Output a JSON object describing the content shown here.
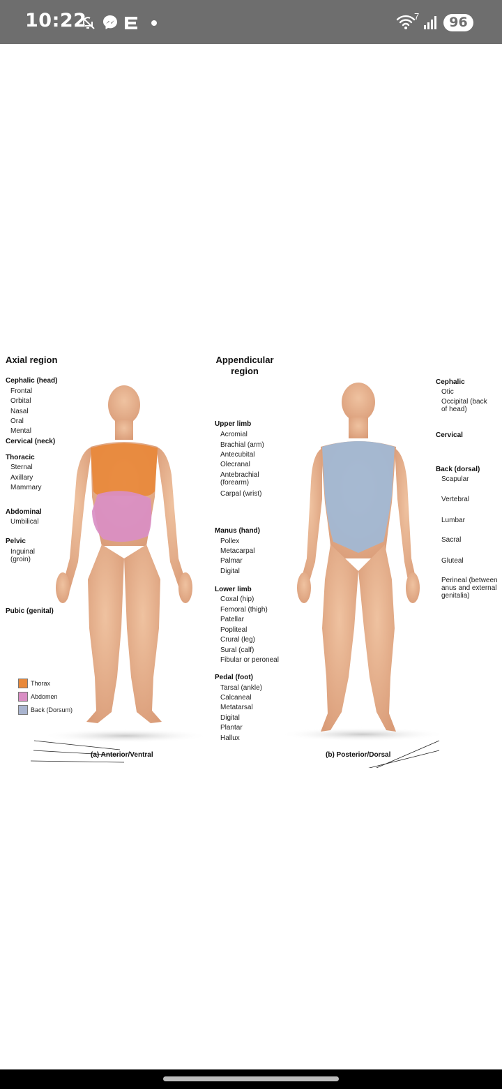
{
  "status_bar": {
    "time": "10:22",
    "wifi_badge": "7",
    "battery": "96"
  },
  "diagram": {
    "titles": {
      "axial": "Axial region",
      "appendicular": "Appendicular region"
    },
    "left_labels": {
      "cephalic": "Cephalic (head)",
      "frontal": "Frontal",
      "orbital": "Orbital",
      "nasal": "Nasal",
      "oral": "Oral",
      "mental": "Mental",
      "cervical": "Cervical (neck)",
      "thoracic": "Thoracic",
      "sternal": "Sternal",
      "axillary": "Axillary",
      "mammary": "Mammary",
      "abdominal": "Abdominal",
      "umbilical": "Umbilical",
      "pelvic": "Pelvic",
      "inguinal": "Inguinal (groin)",
      "pubic": "Pubic (genital)"
    },
    "center_labels": {
      "upper_limb": "Upper limb",
      "acromial": "Acromial",
      "brachial": "Brachial (arm)",
      "antecubital": "Antecubital",
      "olecranal": "Olecranal",
      "antebrachial": "Antebrachial (forearm)",
      "carpal": "Carpal (wrist)",
      "manus": "Manus (hand)",
      "pollex": "Pollex",
      "metacarpal": "Metacarpal",
      "palmar": "Palmar",
      "digital": "Digital",
      "lower_limb": "Lower limb",
      "coxal": "Coxal (hip)",
      "femoral": "Femoral (thigh)",
      "patellar": "Patellar",
      "popliteal": "Popliteal",
      "crural": "Crural (leg)",
      "sural": "Sural (calf)",
      "fibular": "Fibular or peroneal",
      "pedal": "Pedal (foot)",
      "tarsal": "Tarsal (ankle)",
      "calcaneal": "Calcaneal",
      "metatarsal": "Metatarsal",
      "digital_foot": "Digital",
      "plantar": "Plantar",
      "hallux": "Hallux"
    },
    "right_labels": {
      "cephalic": "Cephalic",
      "otic": "Otic",
      "occipital": "Occipital (back of head)",
      "cervical": "Cervical",
      "back": "Back (dorsal)",
      "scapular": "Scapular",
      "vertebral": "Vertebral",
      "lumbar": "Lumbar",
      "sacral": "Sacral",
      "gluteal": "Gluteal",
      "perineal": "Perineal (between anus and external genitalia)"
    },
    "legend": [
      {
        "label": "Thorax",
        "color": "#e8883a"
      },
      {
        "label": "Abdomen",
        "color": "#d98ec4"
      },
      {
        "label": "Back (Dorsum)",
        "color": "#a9b4cf"
      }
    ],
    "captions": {
      "anterior": "(a) Anterior/Ventral",
      "posterior": "(b) Posterior/Dorsal"
    }
  }
}
